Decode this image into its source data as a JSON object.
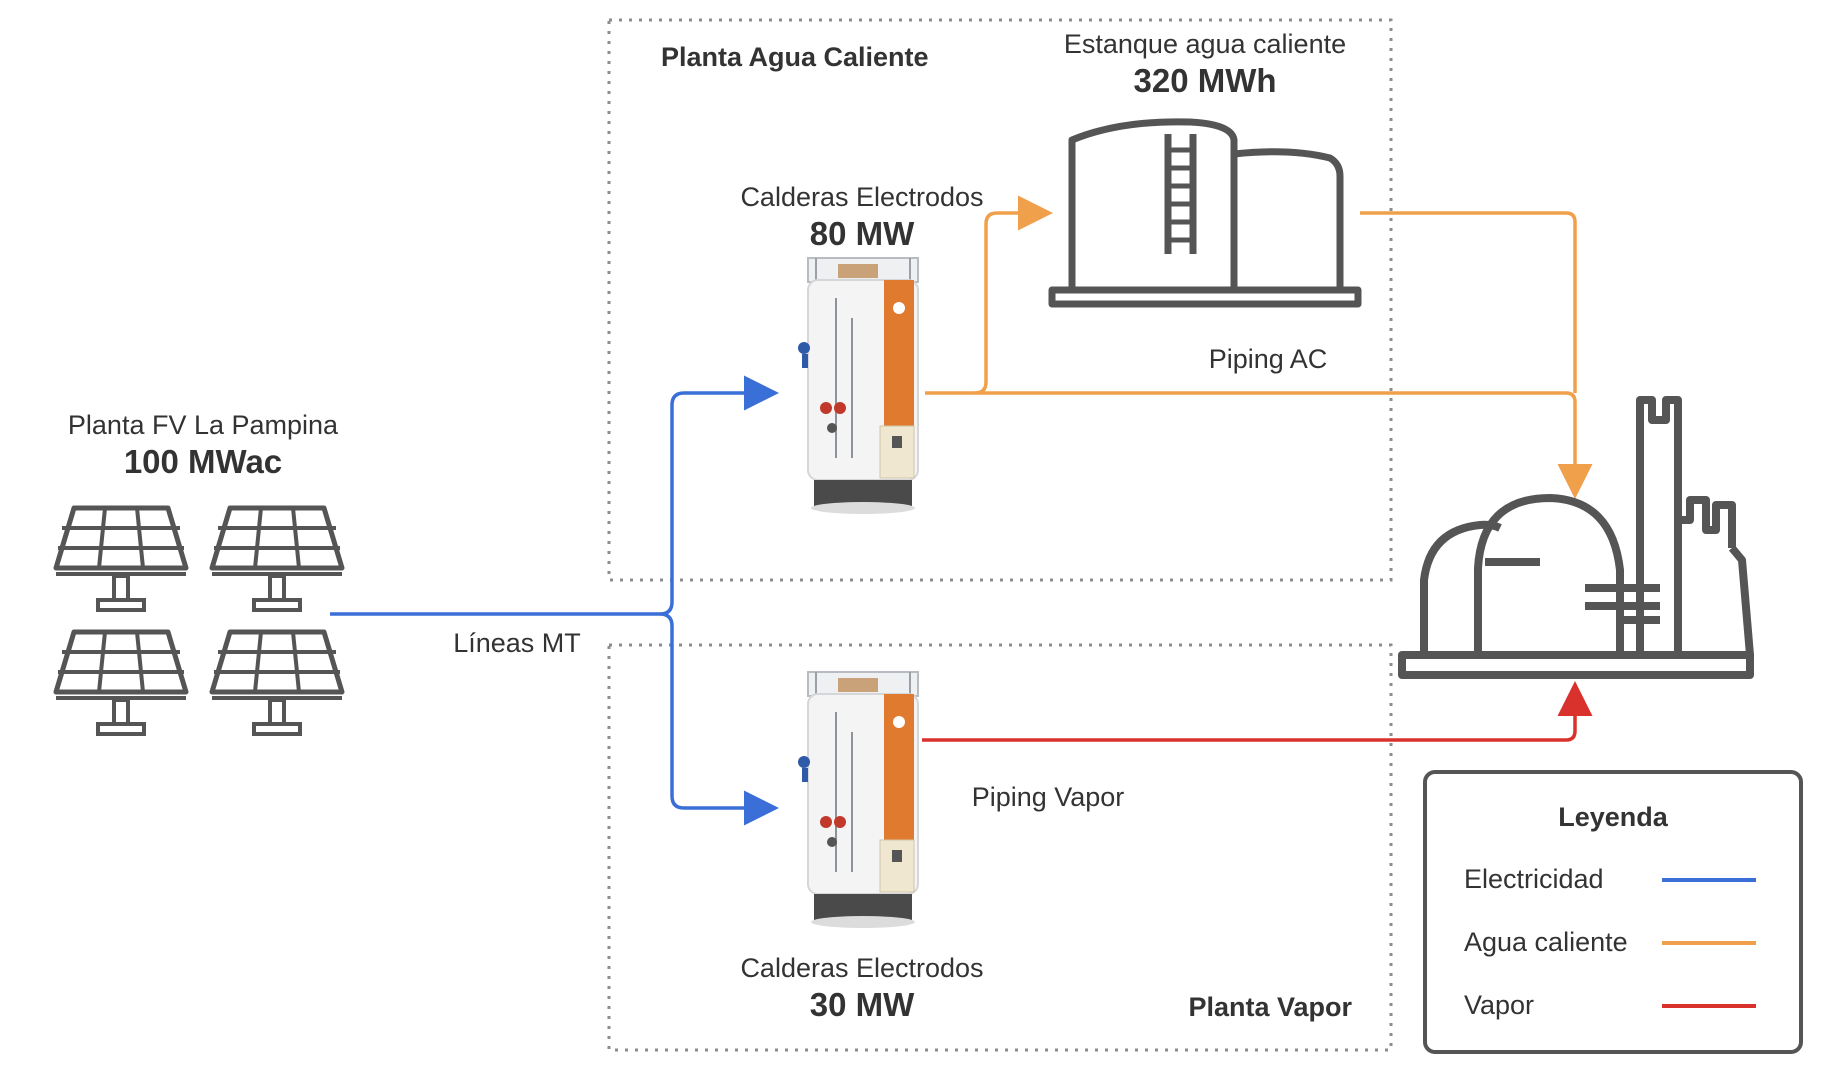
{
  "pv_plant": {
    "name": "Planta FV La Pampina",
    "capacity": "100 MWac"
  },
  "mt_lines": {
    "label": "Líneas MT"
  },
  "hot_water_plant": {
    "title": "Planta Agua Caliente",
    "tank": {
      "name": "Estanque agua caliente",
      "capacity": "320 MWh"
    },
    "boiler": {
      "name": "Calderas Electrodos",
      "capacity": "80 MW"
    },
    "piping_label": "Piping AC"
  },
  "steam_plant": {
    "title": "Planta Vapor",
    "boiler": {
      "name": "Calderas Electrodos",
      "capacity": "30 MW"
    },
    "piping_label": "Piping Vapor"
  },
  "legend": {
    "title": "Leyenda",
    "items": [
      {
        "label": "Electricidad",
        "color": "#3a6fd8"
      },
      {
        "label": "Agua caliente",
        "color": "#f0a04b"
      },
      {
        "label": "Vapor",
        "color": "#d9322d"
      }
    ]
  },
  "colors": {
    "electricity": "#3a6fd8",
    "hot_water": "#f0a04b",
    "steam": "#d9322d",
    "icon_stroke": "#555555",
    "boiler_accent": "#e07a2e"
  }
}
